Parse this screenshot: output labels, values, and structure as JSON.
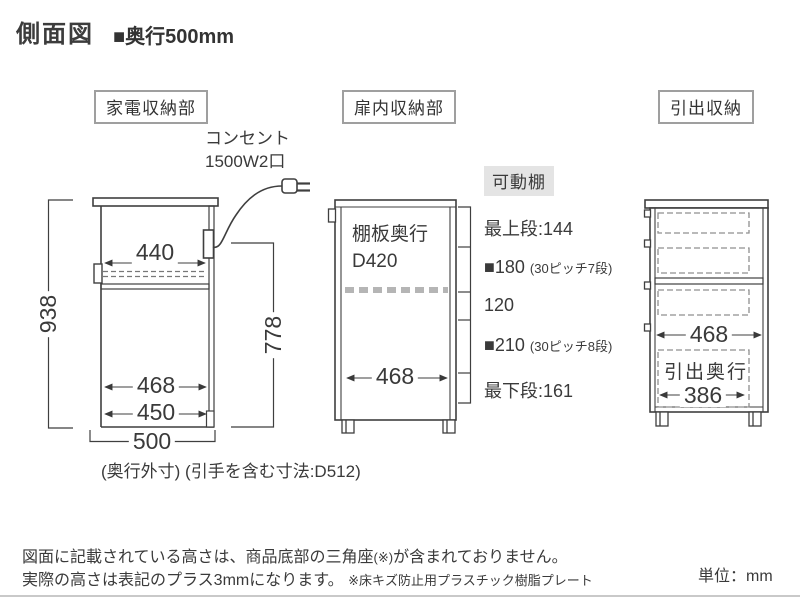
{
  "page": {
    "title": "側面図",
    "subtitle": "■奥行500mm",
    "unit": "単位：mm"
  },
  "appliance": {
    "label": "家電収納部",
    "outlet_name": "コンセント",
    "outlet_spec": "1500W2口",
    "dim_total_height": "938",
    "dim_slide_width": "440",
    "dim_right_height": "778",
    "dim_inner_width": "468",
    "dim_lower_width": "450",
    "dim_depth": "500",
    "caption": "(奥行外寸) (引手を含む寸法:D512)"
  },
  "door": {
    "label": "扉内収納部",
    "shelf_depth_line1": "棚板奥行",
    "shelf_depth_line2": "D420",
    "movable_shelf": "可動棚",
    "dim_inner_width": "468",
    "positions": [
      {
        "main": "最上段:144",
        "sub": ""
      },
      {
        "main": "■180",
        "sub": "(30ピッチ7段)"
      },
      {
        "main": "120",
        "sub": ""
      },
      {
        "main": "■210",
        "sub": "(30ピッチ8段)"
      },
      {
        "main": "最下段:161",
        "sub": ""
      }
    ]
  },
  "drawer": {
    "label": "引出収納",
    "dim_inner_width": "468",
    "depth_label": "引出奥行",
    "dim_depth": "386"
  },
  "footer": {
    "note1_pre": "図面に記載されている高さは、商品底部の三角座",
    "note1_small": "(※)",
    "note1_post": "が含まれておりません。",
    "note2": "実際の高さは表記のプラス3mmになります。",
    "note2_small": "※床キズ防止用プラスチック樹脂プレート"
  }
}
